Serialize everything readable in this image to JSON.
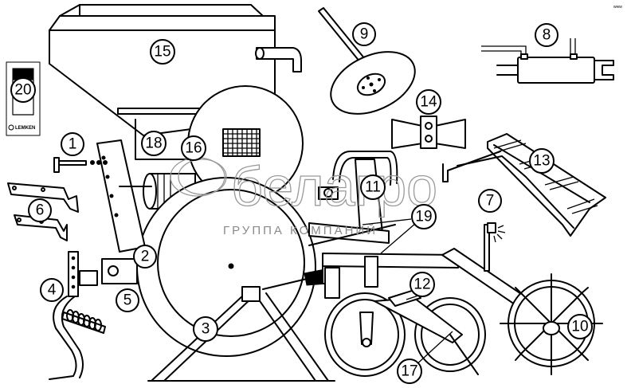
{
  "diagram": {
    "callouts": [
      {
        "label": "1"
      },
      {
        "label": "2"
      },
      {
        "label": "3"
      },
      {
        "label": "4"
      },
      {
        "label": "5"
      },
      {
        "label": "6"
      },
      {
        "label": "7"
      },
      {
        "label": "8"
      },
      {
        "label": "9"
      },
      {
        "label": "10"
      },
      {
        "label": "11"
      },
      {
        "label": "12"
      },
      {
        "label": "13"
      },
      {
        "label": "14"
      },
      {
        "label": "15"
      },
      {
        "label": "16"
      },
      {
        "label": "17"
      },
      {
        "label": "18"
      },
      {
        "label": "19"
      },
      {
        "label": "20"
      }
    ],
    "brand_logo": "LEMKEN",
    "watermark": {
      "main": "белагро",
      "sub": "ГРУППА КОМПАНИЙ"
    },
    "corner_mark": "www"
  }
}
